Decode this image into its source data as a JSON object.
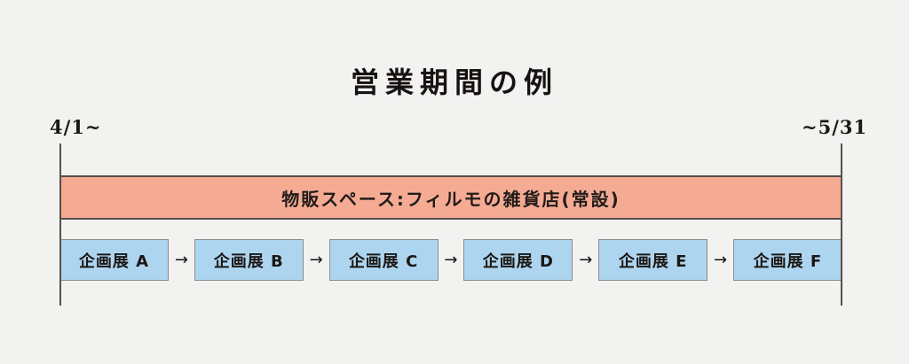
{
  "title": "営業期間の例",
  "timeline": {
    "start_label": "4/1~",
    "end_label": "~5/31"
  },
  "permanent_space": {
    "label": "物販スペース:フィルモの雑貨店(常設)"
  },
  "exhibitions": [
    {
      "label": "企画展 A"
    },
    {
      "label": "企画展 B"
    },
    {
      "label": "企画展 C"
    },
    {
      "label": "企画展 D"
    },
    {
      "label": "企画展 E"
    },
    {
      "label": "企画展 F"
    }
  ],
  "arrow_glyph": "→",
  "colors": {
    "background": "#f2f2f1",
    "permanent_bar_fill": "#f5ab93",
    "permanent_bar_border": "#544e4c",
    "exhibition_fill": "#aed5f0",
    "exhibition_border": "#8b8b8b",
    "tick_line": "#57504d",
    "text": "#1f1b1a"
  }
}
